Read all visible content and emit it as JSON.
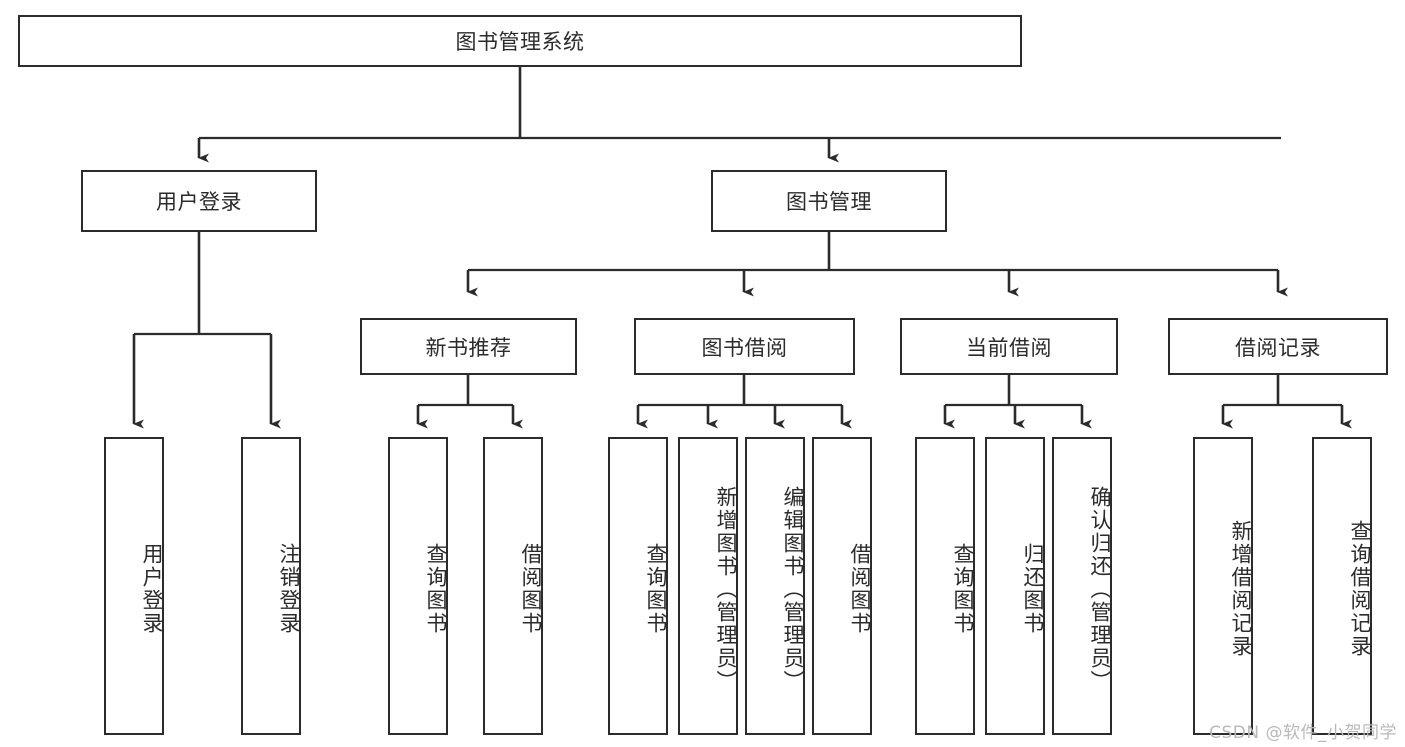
{
  "diagram": {
    "title": "图书管理系统",
    "type": "tree",
    "root": {
      "id": "root",
      "label": "图书管理系统"
    },
    "level2": [
      {
        "id": "user-login",
        "label": "用户登录"
      },
      {
        "id": "book-management",
        "label": "图书管理"
      }
    ],
    "level3": [
      {
        "id": "new-book-recommend",
        "label": "新书推荐",
        "parent": "book-management"
      },
      {
        "id": "book-borrow",
        "label": "图书借阅",
        "parent": "book-management"
      },
      {
        "id": "current-borrow",
        "label": "当前借阅",
        "parent": "book-management"
      },
      {
        "id": "borrow-record",
        "label": "借阅记录",
        "parent": "book-management"
      }
    ],
    "leaves": [
      {
        "id": "leaf-user-login",
        "label": "用户登录",
        "parent": "user-login"
      },
      {
        "id": "leaf-logout-login",
        "label": "注销登录",
        "parent": "user-login"
      },
      {
        "id": "leaf-query-book-1",
        "label": "查询图书",
        "parent": "new-book-recommend"
      },
      {
        "id": "leaf-borrow-book-1",
        "label": "借阅图书",
        "parent": "new-book-recommend"
      },
      {
        "id": "leaf-query-book-2",
        "label": "查询图书",
        "parent": "book-borrow"
      },
      {
        "id": "leaf-add-book",
        "label": "新增图书（管理员）",
        "parent": "book-borrow"
      },
      {
        "id": "leaf-edit-book",
        "label": "编辑图书（管理员）",
        "parent": "book-borrow"
      },
      {
        "id": "leaf-borrow-book-2",
        "label": "借阅图书",
        "parent": "book-borrow"
      },
      {
        "id": "leaf-query-book-3",
        "label": "查询图书",
        "parent": "current-borrow"
      },
      {
        "id": "leaf-return-book",
        "label": "归还图书",
        "parent": "current-borrow"
      },
      {
        "id": "leaf-confirm-return",
        "label": "确认归还（管理员）",
        "parent": "current-borrow"
      },
      {
        "id": "leaf-add-record",
        "label": "新增借阅记录",
        "parent": "borrow-record"
      },
      {
        "id": "leaf-query-record",
        "label": "查询借阅记录",
        "parent": "borrow-record"
      }
    ],
    "colors": {
      "stroke": "#2b2b2b",
      "fill": "#ffffff",
      "text": "#2b2b2b",
      "watermark": "#b9b9b9"
    }
  },
  "watermark": {
    "text": "CSDN @软件_小贺同学"
  }
}
